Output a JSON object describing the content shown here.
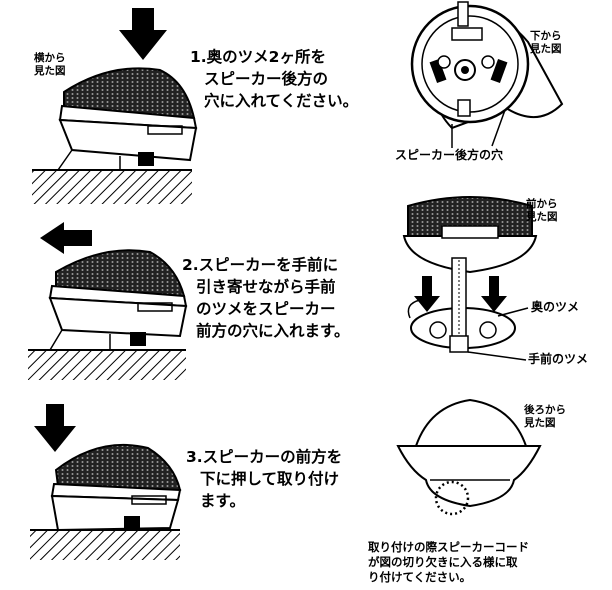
{
  "step1": {
    "side_view_label": [
      "横から",
      "見た図"
    ],
    "text": [
      "1.奥のツメ2ヶ所を",
      "スピーカー後方の",
      "穴に入れてください。"
    ],
    "bottom_view_label": [
      "下から",
      "見た図"
    ],
    "hole_caption": "スピーカー後方の穴"
  },
  "step2": {
    "text": [
      "2.スピーカーを手前に",
      "引き寄せながら手前",
      "のツメをスピーカー",
      "前方の穴に入れます。"
    ],
    "front_view_label": [
      "前から",
      "見た図"
    ],
    "rear_tab_label": "奥のツメ",
    "front_tab_label": "手前のツメ"
  },
  "step3": {
    "text": [
      "3.スピーカーの前方を",
      "下に押して取り付け",
      "ます。"
    ],
    "rear_view_label": [
      "後ろから",
      "見た図"
    ],
    "note": [
      "取り付けの際スピーカーコード",
      "が図の切り欠きに入る様に取",
      "り付けてください。"
    ]
  }
}
